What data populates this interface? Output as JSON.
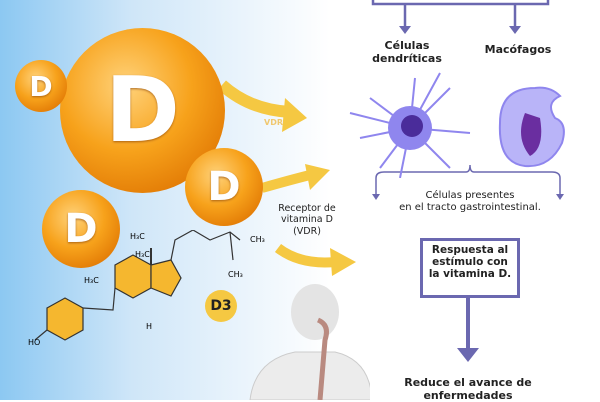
{
  "spheres": {
    "big": "D",
    "small_top": "D",
    "small_right": "D",
    "small_bottom": "D"
  },
  "arrows": {
    "vdr_label": "VDR"
  },
  "receptor_label": [
    "Receptor de",
    "vitamina D",
    "(VDR)"
  ],
  "molecule": {
    "h3c_top": "H₃C",
    "h3c_mid": "H₃C",
    "ch3_right": "CH₃",
    "ch3_low": "CH₃",
    "h3c_ring": "H₃C",
    "ho": "HO",
    "h": "H",
    "badge": "D3"
  },
  "cells": {
    "dendritic": [
      "Células",
      "dendríticas"
    ],
    "macrophages": "Macófagos"
  },
  "present_label": [
    "Células presentes",
    "en el tracto gastrointestinal."
  ],
  "response_box": [
    "Respuesta al",
    "estímulo con",
    "la vitamina D."
  ],
  "result": [
    "Reduce el avance de",
    "enfermedades"
  ],
  "colors": {
    "accent": "#6b68b0",
    "orange": "#f7a21b",
    "yellow": "#f5c842",
    "cell": "#8f86ee"
  }
}
